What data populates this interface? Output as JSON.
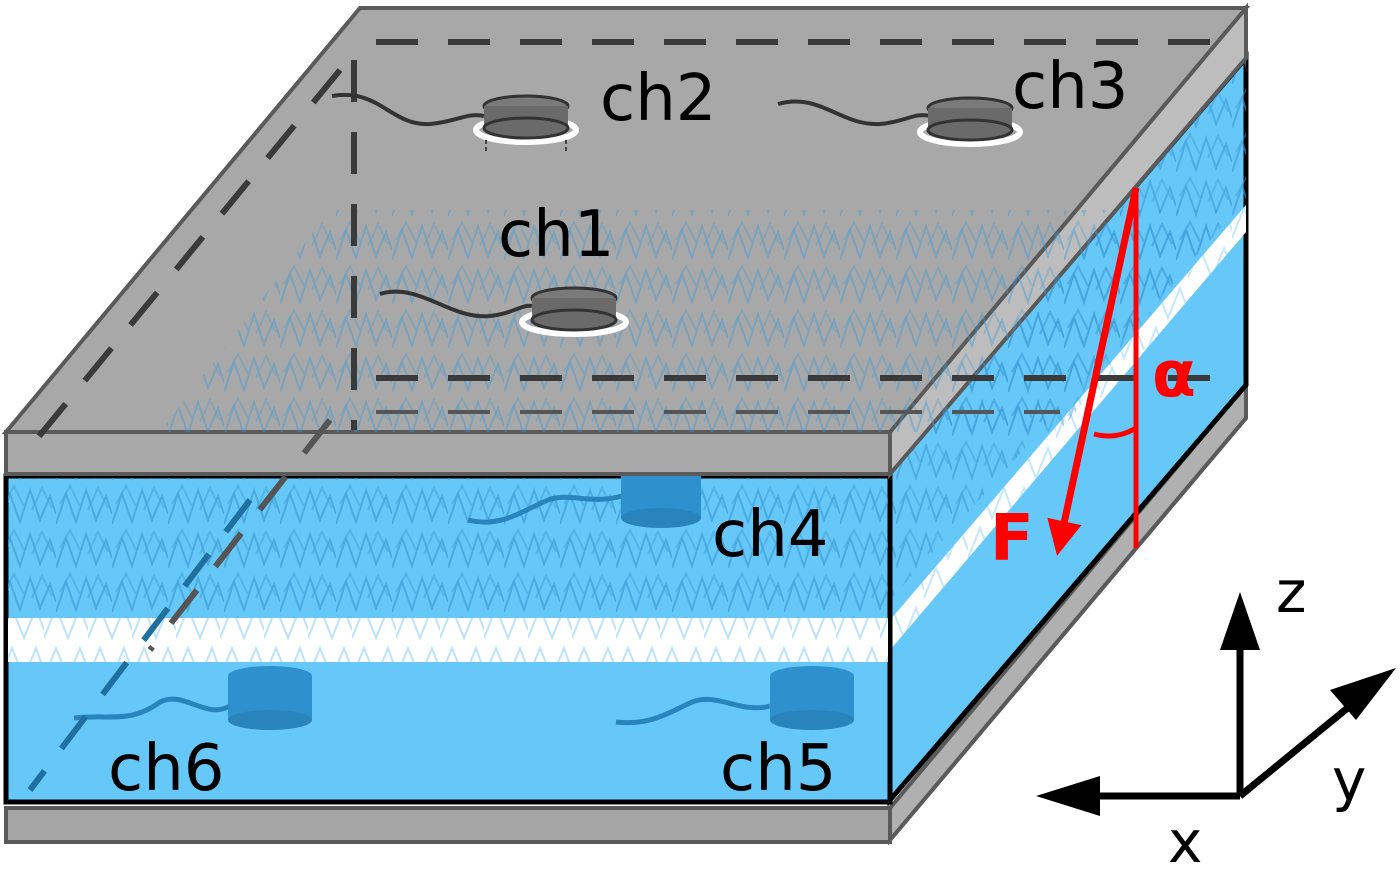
{
  "channels": {
    "ch1": "ch1",
    "ch2": "ch2",
    "ch3": "ch3",
    "ch4": "ch4",
    "ch5": "ch5",
    "ch6": "ch6"
  },
  "force": {
    "label": "F",
    "angle_label": "α"
  },
  "axes": {
    "x": "x",
    "y": "y",
    "z": "z"
  },
  "colors": {
    "plate": "#9c9c9c",
    "plate_light": "#b4b4b4",
    "plate_edge": "#5a5a5a",
    "fluid": "#66c8f8",
    "fluid_dark": "#3ba6dc",
    "fault_band": "#ffffff",
    "sensor": "#6e6e6e",
    "sensor_submerged": "#2a8cc8",
    "force": "#ff0000",
    "axis": "#000000"
  },
  "icons": {
    "sensor": "cylinder-sensor-icon",
    "force_arrow": "arrow-icon",
    "axes": "coordinate-axes-icon"
  }
}
